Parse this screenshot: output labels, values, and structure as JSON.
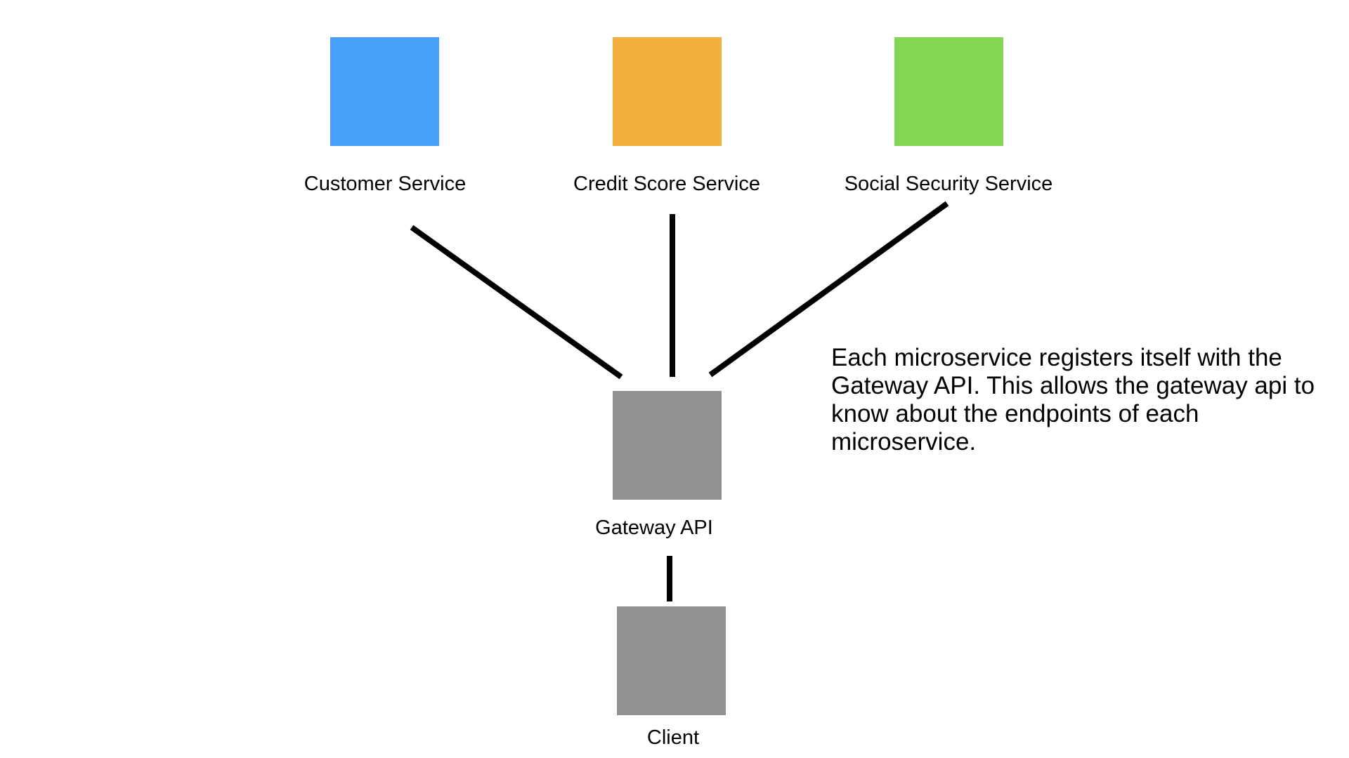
{
  "nodes": {
    "customer_service": {
      "label": "Customer Service",
      "color": "#489ff8"
    },
    "credit_score_service": {
      "label": "Credit Score Service",
      "color": "#f2b03e"
    },
    "social_security_service": {
      "label": "Social Security Service",
      "color": "#84d655"
    },
    "gateway_api": {
      "label": "Gateway API",
      "color": "#919191"
    },
    "client": {
      "label": "Client",
      "color": "#919191"
    }
  },
  "edges": [
    {
      "from": "customer_service",
      "to": "gateway_api"
    },
    {
      "from": "credit_score_service",
      "to": "gateway_api"
    },
    {
      "from": "social_security_service",
      "to": "gateway_api"
    },
    {
      "from": "gateway_api",
      "to": "client"
    }
  ],
  "note": {
    "text": "Each microservice registers itself with the Gateway API. This allows the gateway api to know about the endpoints of each microservice."
  },
  "colors": {
    "connector": "#000000",
    "background": "#ffffff"
  }
}
